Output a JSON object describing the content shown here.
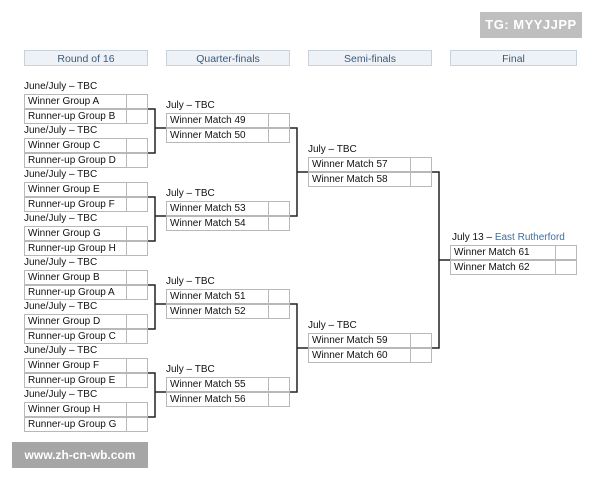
{
  "watermark_tag": "TG: MYYJJPP",
  "watermark_site": "www.zh-cn-wb.com",
  "headers": [
    "Round of 16",
    "Quarter-finals",
    "Semi-finals",
    "Final"
  ],
  "r16": [
    {
      "date": "June/July – TBC",
      "a": "Winner Group A",
      "b": "Runner-up Group B"
    },
    {
      "date": "June/July – TBC",
      "a": "Winner Group C",
      "b": "Runner-up Group D"
    },
    {
      "date": "June/July – TBC",
      "a": "Winner Group E",
      "b": "Runner-up Group F"
    },
    {
      "date": "June/July – TBC",
      "a": "Winner Group G",
      "b": "Runner-up Group H"
    },
    {
      "date": "June/July – TBC",
      "a": "Winner Group B",
      "b": "Runner-up Group A"
    },
    {
      "date": "June/July – TBC",
      "a": "Winner Group D",
      "b": "Runner-up Group C"
    },
    {
      "date": "June/July – TBC",
      "a": "Winner Group F",
      "b": "Runner-up Group E"
    },
    {
      "date": "June/July – TBC",
      "a": "Winner Group H",
      "b": "Runner-up Group G"
    }
  ],
  "qf": [
    {
      "date": "July – TBC",
      "a": "Winner Match 49",
      "b": "Winner Match 50"
    },
    {
      "date": "July – TBC",
      "a": "Winner Match 53",
      "b": "Winner Match 54"
    },
    {
      "date": "July – TBC",
      "a": "Winner Match 51",
      "b": "Winner Match 52"
    },
    {
      "date": "July – TBC",
      "a": "Winner Match 55",
      "b": "Winner Match 56"
    }
  ],
  "sf": [
    {
      "date": "July – TBC",
      "a": "Winner Match 57",
      "b": "Winner Match 58"
    },
    {
      "date": "July – TBC",
      "a": "Winner Match 59",
      "b": "Winner Match 60"
    }
  ],
  "final": {
    "date": "July 13 – ",
    "location": "East Rutherford",
    "a": "Winner Match 61",
    "b": "Winner Match 62"
  }
}
